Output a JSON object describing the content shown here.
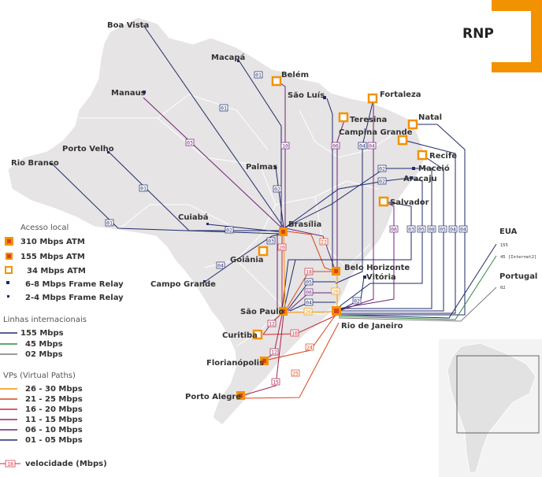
{
  "brand": {
    "name": "RNP",
    "color": "#f39200"
  },
  "colors": {
    "land": "#e6e4e4",
    "land_stroke": "#ffffff",
    "node_fill": "#f39200",
    "node_inner": "#d9441c",
    "vp_26_30": "#f39200",
    "vp_21_25": "#d9441c",
    "vp_16_20": "#d2273a",
    "vp_11_15": "#a7204c",
    "vp_06_10": "#6d2077",
    "vp_01_05": "#1f2a6b",
    "intl_155": "#1f2a6b",
    "intl_45": "#2e8b3d",
    "intl_02": "#7a7a7a"
  },
  "cities": [
    "Boa Vista",
    "Macapá",
    "Belém",
    "Manaus",
    "São Luís",
    "Fortaleza",
    "Teresina",
    "Natal",
    "Campina Grande",
    "Recife",
    "Maceió",
    "Aracaju",
    "Porto Velho",
    "Rio Branco",
    "Palmas",
    "Salvador",
    "Cuiabá",
    "Brasília",
    "Goiânia",
    "Campo Grande",
    "Belo Horizonte",
    "Vitória",
    "São Paulo",
    "Rio de Janeiro",
    "Curitiba",
    "Florianópolis",
    "Porto Alegre"
  ],
  "speed_labels": [
    "01",
    "01",
    "03",
    "01",
    "01",
    "10",
    "02",
    "02",
    "02",
    "02",
    "06",
    "04",
    "04",
    "03",
    "05",
    "08",
    "05",
    "04",
    "04",
    "06",
    "03",
    "04",
    "20",
    "22",
    "18",
    "05",
    "06",
    "04",
    "02",
    "26",
    "12",
    "16",
    "26",
    "12",
    "24",
    "15",
    "25"
  ],
  "legend": {
    "access_title": "Acesso local",
    "access": [
      {
        "label": "310 Mbps ATM",
        "kind": "atm310"
      },
      {
        "label": "155 Mbps ATM",
        "kind": "atm155"
      },
      {
        "label": "34 Mbps ATM",
        "kind": "atm34"
      },
      {
        "label": "6-8 Mbps Frame Relay",
        "kind": "fr68"
      },
      {
        "label": "2-4 Mbps Frame Relay",
        "kind": "fr24"
      }
    ],
    "intl_title": "Linhas internacionais",
    "intl": [
      {
        "label": "155 Mbps",
        "color": "#1f2a6b"
      },
      {
        "label": "45 Mbps",
        "color": "#2e8b3d"
      },
      {
        "label": "02 Mbps",
        "color": "#7a7a7a"
      }
    ],
    "vp_title": "VPs (Virtual Paths)",
    "vp": [
      {
        "label": "26 - 30 Mbps",
        "color": "#f39200"
      },
      {
        "label": "21 - 25 Mbps",
        "color": "#d9441c"
      },
      {
        "label": "16 - 20 Mbps",
        "color": "#d2273a"
      },
      {
        "label": "11 - 15 Mbps",
        "color": "#a7204c"
      },
      {
        "label": "06 - 10 Mbps",
        "color": "#6d2077"
      },
      {
        "label": "01 - 05 Mbps",
        "color": "#1f2a6b"
      }
    ],
    "speed_sample": "18",
    "speed_caption": "velocidade (Mbps)"
  },
  "international": {
    "eua": "EUA",
    "eua_155": "155",
    "eua_45": "45 [Internet2]",
    "portugal": "Portugal",
    "portugal_02": "02"
  }
}
